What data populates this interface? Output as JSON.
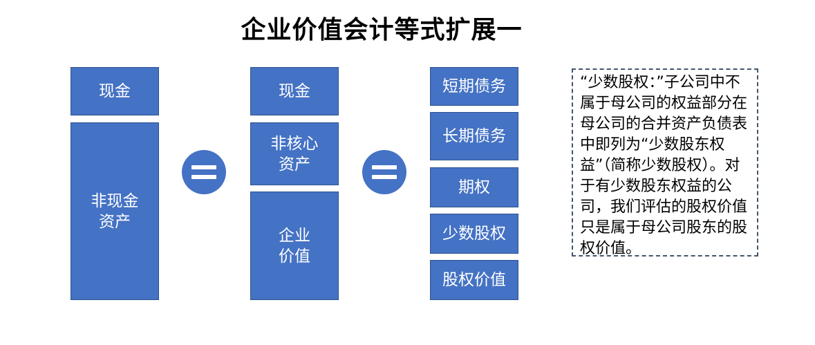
{
  "title": "企业价值会计等式扩展一",
  "assets": [
    "现金",
    "非现金\n资产"
  ],
  "middle": [
    "现金",
    "非核心\n资产",
    "企业\n价值"
  ],
  "claims": [
    "短期债务",
    "长期债务",
    "期权",
    "少数股权",
    "股权价值"
  ],
  "note": "“少数股权：”子公司中不属于母公司的权益部分在母公司的合并资产负债表中即列为“少数股东权益”（简称少数股权）。对于有少数股东权益的公司，我们评估的股权价值只是属于母公司股东的股权价值。",
  "colors": {
    "box": "#4472c4",
    "box_border": "#2f528f",
    "note_border": "#44546a"
  }
}
